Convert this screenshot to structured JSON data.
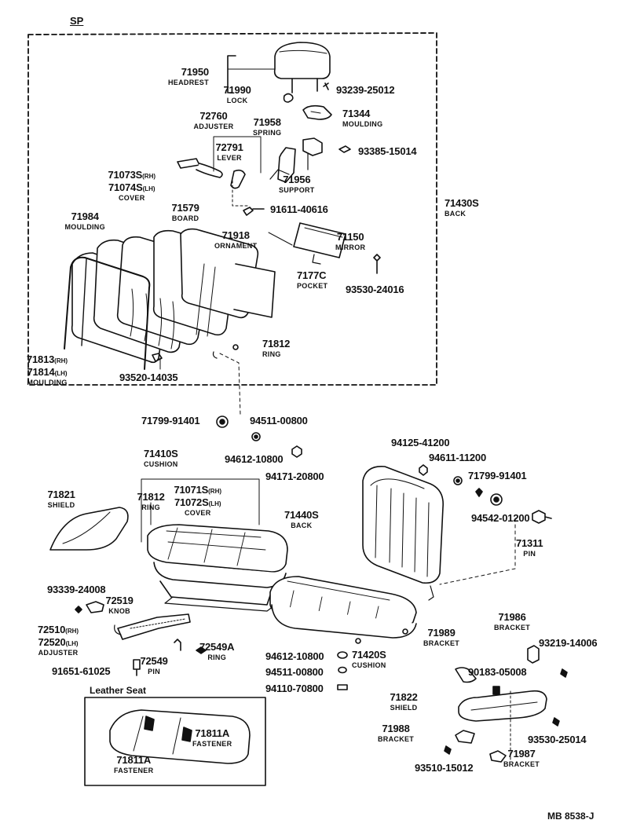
{
  "section_label": "SP",
  "inset_title": "Leather Seat",
  "figure_code": "MB 8538-J",
  "parts": [
    {
      "id": "headrest",
      "num": "71950",
      "desc": "HEADREST"
    },
    {
      "id": "lock",
      "num": "71990",
      "desc": "LOCK"
    },
    {
      "id": "screw-93239",
      "num": "93239-25012",
      "desc": ""
    },
    {
      "id": "adjuster-72760",
      "num": "72760",
      "desc": "ADJUSTER"
    },
    {
      "id": "spring",
      "num": "71958",
      "desc": "SPRING"
    },
    {
      "id": "moulding-71344",
      "num": "71344",
      "desc": "MOULDING"
    },
    {
      "id": "lever",
      "num": "72791",
      "desc": "LEVER"
    },
    {
      "id": "screw-93385",
      "num": "93385-15014",
      "desc": ""
    },
    {
      "id": "support",
      "num": "71956",
      "desc": "SUPPORT"
    },
    {
      "id": "cover-back",
      "num": "71073S",
      "suffix": "(RH)",
      "num2": "71074S",
      "suffix2": "(LH)",
      "desc": "COVER"
    },
    {
      "id": "back-assy",
      "num": "71430S",
      "desc": "BACK"
    },
    {
      "id": "moulding-71984",
      "num": "71984",
      "desc": "MOULDING"
    },
    {
      "id": "board",
      "num": "71579",
      "desc": "BOARD"
    },
    {
      "id": "screw-91611",
      "num": "91611-40616",
      "desc": ""
    },
    {
      "id": "ornament",
      "num": "71918",
      "desc": "ORNAMENT"
    },
    {
      "id": "mirror",
      "num": "71150",
      "desc": "MIRROR"
    },
    {
      "id": "pocket",
      "num": "7177C",
      "desc": "POCKET"
    },
    {
      "id": "screw-93530-24016",
      "num": "93530-24016",
      "desc": ""
    },
    {
      "id": "ring-71812-top",
      "num": "71812",
      "desc": "RING"
    },
    {
      "id": "moulding-71813",
      "num": "71813",
      "suffix": "(RH)",
      "num2": "71814",
      "suffix2": "(LH)",
      "desc": "MOULDING"
    },
    {
      "id": "screw-93520",
      "num": "93520-14035",
      "desc": ""
    },
    {
      "id": "washer-71799-a",
      "num": "71799-91401",
      "desc": ""
    },
    {
      "id": "nut-94511-a",
      "num": "94511-00800",
      "desc": ""
    },
    {
      "id": "washer-94612-a",
      "num": "94612-10800",
      "desc": ""
    },
    {
      "id": "nut-94171",
      "num": "94171-20800",
      "desc": ""
    },
    {
      "id": "nut-94125",
      "num": "94125-41200",
      "desc": ""
    },
    {
      "id": "cushion-assy",
      "num": "71410S",
      "desc": "CUSHION"
    },
    {
      "id": "washer-94611",
      "num": "94611-11200",
      "desc": ""
    },
    {
      "id": "washer-71799-b",
      "num": "71799-91401",
      "desc": ""
    },
    {
      "id": "shield-71821",
      "num": "71821",
      "desc": "SHIELD"
    },
    {
      "id": "ring-71812-mid",
      "num": "71812",
      "desc": "RING"
    },
    {
      "id": "cover-cushion",
      "num": "71071S",
      "suffix": "(RH)",
      "num2": "71072S",
      "suffix2": "(LH)",
      "desc": "COVER"
    },
    {
      "id": "back-71440",
      "num": "71440S",
      "desc": "BACK"
    },
    {
      "id": "washer-94542",
      "num": "94542-01200",
      "desc": ""
    },
    {
      "id": "pin-71311",
      "num": "71311",
      "desc": "PIN"
    },
    {
      "id": "screw-93339",
      "num": "93339-24008",
      "desc": ""
    },
    {
      "id": "knob",
      "num": "72519",
      "desc": "KNOB"
    },
    {
      "id": "adjuster-72510",
      "num": "72510",
      "suffix": "(RH)",
      "num2": "72520",
      "suffix2": "(LH)",
      "desc": "ADJUSTER"
    },
    {
      "id": "ring-72549a",
      "num": "72549A",
      "desc": "RING"
    },
    {
      "id": "washer-94612-b",
      "num": "94612-10800",
      "desc": ""
    },
    {
      "id": "cushion-71420",
      "num": "71420S",
      "desc": "CUSHION"
    },
    {
      "id": "bracket-71986",
      "num": "71986",
      "desc": "BRACKET"
    },
    {
      "id": "screw-93219",
      "num": "93219-14006",
      "desc": ""
    },
    {
      "id": "bracket-71989",
      "num": "71989",
      "desc": "BRACKET"
    },
    {
      "id": "pin-72549",
      "num": "72549",
      "desc": "PIN"
    },
    {
      "id": "nut-94511-b",
      "num": "94511-00800",
      "desc": ""
    },
    {
      "id": "bolt-91651",
      "num": "91651-61025",
      "desc": ""
    },
    {
      "id": "nut-94110",
      "num": "94110-70800",
      "desc": ""
    },
    {
      "id": "clip-90183",
      "num": "90183-05008",
      "desc": ""
    },
    {
      "id": "shield-71822",
      "num": "71822",
      "desc": "SHIELD"
    },
    {
      "id": "fastener-a",
      "num": "71811A",
      "desc": "FASTENER"
    },
    {
      "id": "fastener-b",
      "num": "71811A",
      "desc": "FASTENER"
    },
    {
      "id": "bracket-71988",
      "num": "71988",
      "desc": "BRACKET"
    },
    {
      "id": "screw-93530-25014",
      "num": "93530-25014",
      "desc": ""
    },
    {
      "id": "bracket-71987",
      "num": "71987",
      "desc": "BRACKET"
    },
    {
      "id": "screw-93510",
      "num": "93510-15012",
      "desc": ""
    }
  ]
}
